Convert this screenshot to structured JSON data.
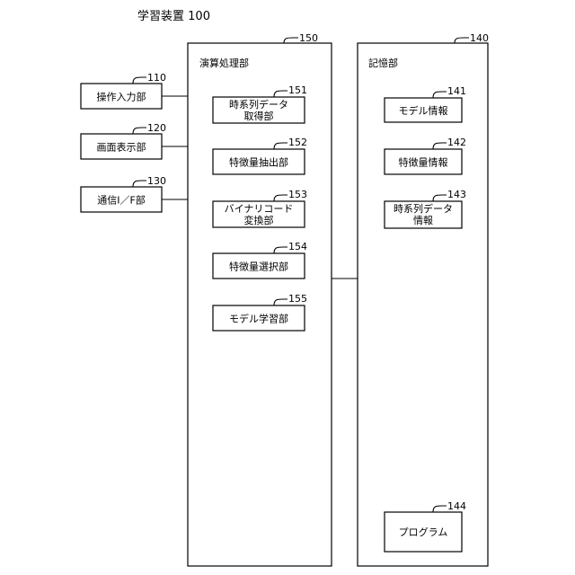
{
  "device": {
    "name": "学習装置",
    "ref": "100"
  },
  "blocks": [
    {
      "id": "input",
      "lines": [
        "操作入力部"
      ],
      "ref": "110"
    },
    {
      "id": "display",
      "lines": [
        "画面表示部"
      ],
      "ref": "120"
    },
    {
      "id": "comm",
      "lines": [
        "通信I／F部"
      ],
      "ref": "130"
    },
    {
      "id": "compute",
      "lines": [
        "演算処理部"
      ],
      "ref": "150"
    },
    {
      "id": "storage",
      "lines": [
        "記憶部"
      ],
      "ref": "140"
    },
    {
      "id": "ts-acquire",
      "lines": [
        "時系列データ",
        "取得部"
      ],
      "ref": "151"
    },
    {
      "id": "feature-extract",
      "lines": [
        "特徴量抽出部"
      ],
      "ref": "152"
    },
    {
      "id": "binary-code",
      "lines": [
        "バイナリコード",
        "変換部"
      ],
      "ref": "153"
    },
    {
      "id": "feature-select",
      "lines": [
        "特徴量選択部"
      ],
      "ref": "154"
    },
    {
      "id": "model-learn",
      "lines": [
        "モデル学習部"
      ],
      "ref": "155"
    },
    {
      "id": "model-info",
      "lines": [
        "モデル情報"
      ],
      "ref": "141"
    },
    {
      "id": "feature-info",
      "lines": [
        "特徴量情報"
      ],
      "ref": "142"
    },
    {
      "id": "ts-info",
      "lines": [
        "時系列データ",
        "情報"
      ],
      "ref": "143"
    },
    {
      "id": "program",
      "lines": [
        "プログラム"
      ],
      "ref": "144"
    }
  ]
}
